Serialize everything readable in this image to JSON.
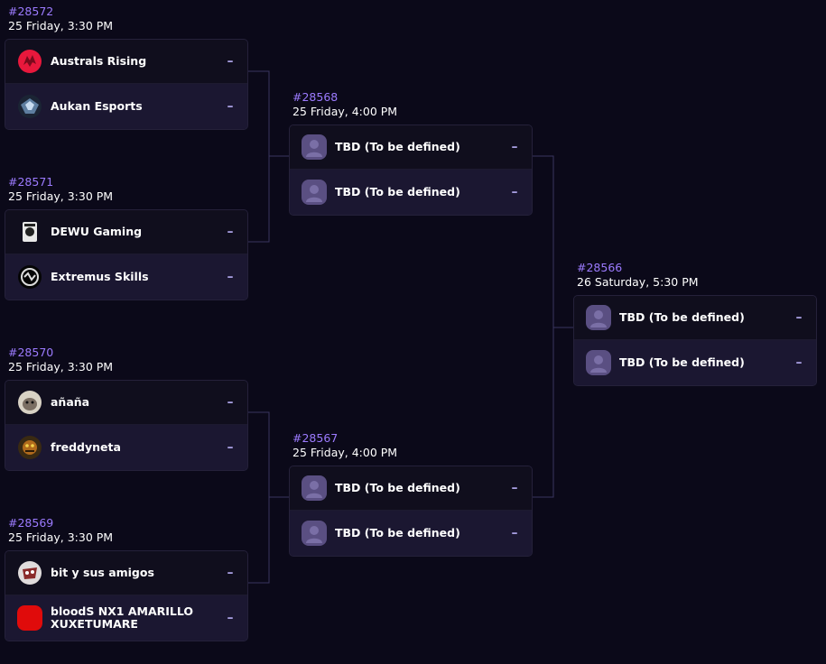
{
  "matches": {
    "m28572": {
      "id": "#28572",
      "time": "25 Friday, 3:30 PM",
      "teams": [
        {
          "name": "Australs Rising",
          "score": "–",
          "logo": "australs-rising-logo"
        },
        {
          "name": "Aukan Esports",
          "score": "–",
          "logo": "aukan-esports-logo"
        }
      ]
    },
    "m28571": {
      "id": "#28571",
      "time": "25 Friday, 3:30 PM",
      "teams": [
        {
          "name": "DEWU Gaming",
          "score": "–",
          "logo": "dewu-gaming-logo"
        },
        {
          "name": "Extremus Skills",
          "score": "–",
          "logo": "extremus-skills-logo"
        }
      ]
    },
    "m28570": {
      "id": "#28570",
      "time": "25 Friday, 3:30 PM",
      "teams": [
        {
          "name": "añaña",
          "score": "–",
          "logo": "anana-logo"
        },
        {
          "name": "freddyneta",
          "score": "–",
          "logo": "freddyneta-logo"
        }
      ]
    },
    "m28569": {
      "id": "#28569",
      "time": "25 Friday, 3:30 PM",
      "teams": [
        {
          "name": "bit y sus amigos",
          "score": "–",
          "logo": "bit-y-sus-amigos-logo"
        },
        {
          "name": "bloodS NX1 AMARILLO\nXUXETUMARE",
          "score": "–",
          "logo": "bloods-logo"
        }
      ]
    },
    "m28568": {
      "id": "#28568",
      "time": "25 Friday, 4:00 PM",
      "teams": [
        {
          "name": "TBD (To be defined)",
          "score": "–",
          "logo": "placeholder-avatar-icon"
        },
        {
          "name": "TBD (To be defined)",
          "score": "–",
          "logo": "placeholder-avatar-icon"
        }
      ]
    },
    "m28567": {
      "id": "#28567",
      "time": "25 Friday, 4:00 PM",
      "teams": [
        {
          "name": "TBD (To be defined)",
          "score": "–",
          "logo": "placeholder-avatar-icon"
        },
        {
          "name": "TBD (To be defined)",
          "score": "–",
          "logo": "placeholder-avatar-icon"
        }
      ]
    },
    "m28566": {
      "id": "#28566",
      "time": "26 Saturday, 5:30 PM",
      "teams": [
        {
          "name": "TBD (To be defined)",
          "score": "–",
          "logo": "placeholder-avatar-icon"
        },
        {
          "name": "TBD (To be defined)",
          "score": "–",
          "logo": "placeholder-avatar-icon"
        }
      ]
    }
  },
  "colors": {
    "background": "#0b0919",
    "accent": "#9c7bff",
    "card_top": "#100e1d",
    "card_bottom": "#1b1731",
    "connector": "#3a3560"
  }
}
